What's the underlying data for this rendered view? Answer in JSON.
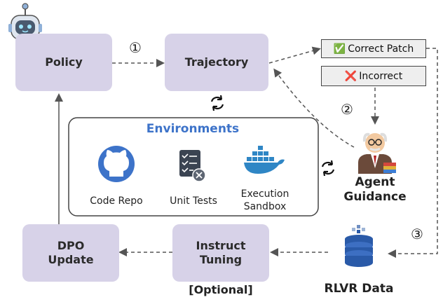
{
  "nodes": {
    "policy": "Policy",
    "trajectory": "Trajectory",
    "dpo_line1": "DPO",
    "dpo_line2": "Update",
    "instruct_line1": "Instruct",
    "instruct_line2": "Tuning",
    "optional": "[Optional]",
    "rlvr": "RLVR Data",
    "agent_line1": "Agent",
    "agent_line2": "Guidance"
  },
  "outcomes": {
    "correct": "Correct Patch",
    "correct_icon": "✅",
    "incorrect": "Incorrect",
    "incorrect_icon": "❌"
  },
  "environments": {
    "title": "Environments",
    "code_repo": "Code Repo",
    "unit_tests": "Unit Tests",
    "exec_line1": "Execution",
    "exec_line2": "Sandbox"
  },
  "steps": {
    "one": "①",
    "two": "②",
    "three": "③"
  },
  "colors": {
    "node_fill": "#d7d2e8",
    "env_title": "#3d73c9",
    "docker": "#2f86c5",
    "db": "#2a5aa8"
  }
}
